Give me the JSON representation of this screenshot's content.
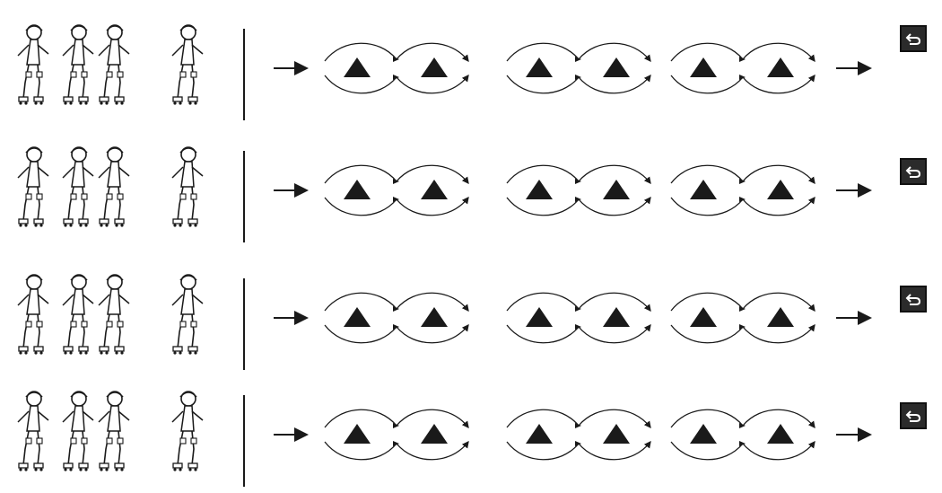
{
  "colors": {
    "background": "#ffffff",
    "ink": "#1a1a1a",
    "cone": "#1a1a1a",
    "button_bg": "#2b2b2b",
    "button_icon": "#ffffff"
  },
  "icons": {
    "skater": "skater-icon",
    "cone": "cone-icon",
    "start_arrow": "arrow-right-icon",
    "exit_arrow": "arrow-right-icon",
    "return_button": "return-arrow-icon"
  },
  "drills": [
    {
      "queue_skaters": 3,
      "active_skaters": 1,
      "cone_pairs": 3
    },
    {
      "queue_skaters": 3,
      "active_skaters": 1,
      "cone_pairs": 3
    },
    {
      "queue_skaters": 3,
      "active_skaters": 1,
      "cone_pairs": 3
    },
    {
      "queue_skaters": 3,
      "active_skaters": 1,
      "cone_pairs": 3
    }
  ]
}
